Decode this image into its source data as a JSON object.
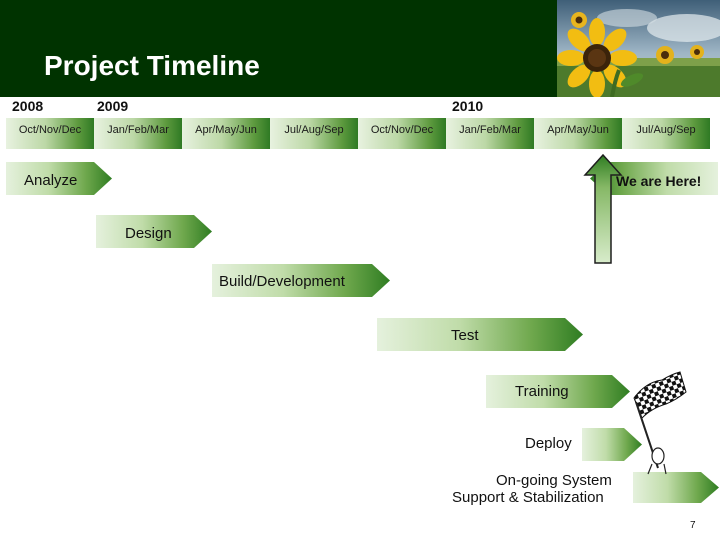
{
  "slide": {
    "title": "Project Timeline",
    "page_number": "7"
  },
  "timeline": {
    "years": [
      "2008",
      "2009",
      "2010"
    ],
    "quarters": [
      "Oct/Nov/Dec",
      "Jan/Feb/Mar",
      "Apr/May/Jun",
      "Jul/Aug/Sep",
      "Oct/Nov/Dec",
      "Jan/Feb/Mar",
      "Apr/May/Jun",
      "Jul/Aug/Sep"
    ]
  },
  "phases": [
    {
      "label": "Analyze"
    },
    {
      "label": "Design"
    },
    {
      "label": "Build/Development"
    },
    {
      "label": "Test"
    },
    {
      "label": "Training"
    },
    {
      "label": "Deploy"
    },
    {
      "label_line1": "On-going System",
      "label_line2": "Support & Stabilization"
    }
  ],
  "marker": {
    "label": "We are Here!"
  },
  "icons": {
    "header_image": "sunflower-photo",
    "arrow": "up-arrow-icon",
    "flag": "checkered-flag-icon"
  },
  "colors": {
    "header_bg": "#003300",
    "bar_dark": "#2f7d22",
    "bar_light": "#e5f1dd"
  }
}
